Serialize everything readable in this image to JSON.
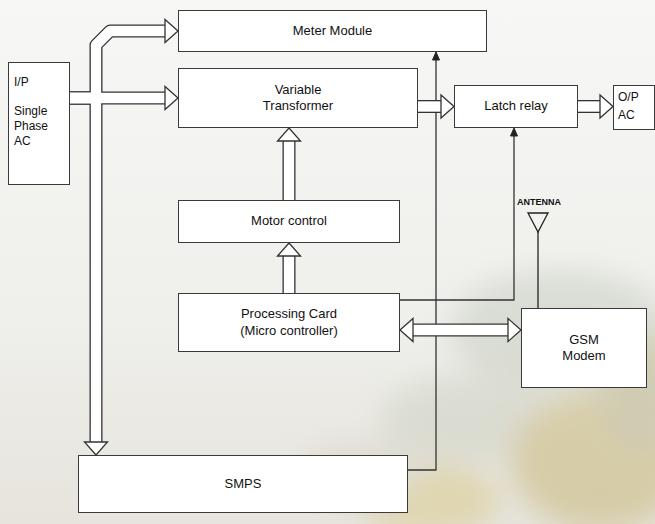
{
  "diagram": {
    "nodes": [
      {
        "text": [
          "I/P",
          "Single Phase AC"
        ]
      },
      {
        "text": [
          "Meter Module"
        ]
      },
      {
        "text": [
          "Variable Transformer"
        ]
      },
      {
        "text": [
          "Latch relay"
        ]
      },
      {
        "text": [
          "O/P",
          "AC"
        ]
      },
      {
        "text": [
          "Motor control"
        ]
      },
      {
        "text": [
          "Processing Card (Micro controller)"
        ]
      },
      {
        "text": [
          "GSM Modem"
        ]
      },
      {
        "text": [
          "SMPS"
        ]
      }
    ],
    "edges": [
      {
        "from": 0,
        "to": 1,
        "arrow": "to"
      },
      {
        "from": 0,
        "to": 2,
        "arrow": "to"
      },
      {
        "from": 0,
        "to": 8,
        "arrow": "to"
      },
      {
        "from": 2,
        "to": 3,
        "arrow": "to"
      },
      {
        "from": 3,
        "to": 4,
        "arrow": "to"
      },
      {
        "from": 5,
        "to": 2,
        "arrow": "to"
      },
      {
        "from": 6,
        "to": 5,
        "arrow": "to"
      },
      {
        "from": 6,
        "to": 7,
        "arrow": "both"
      },
      {
        "from": 6,
        "to": 3,
        "arrow": "to"
      },
      {
        "from": 8,
        "to": 1,
        "arrow": "to"
      }
    ],
    "labels": [
      "ANTENNA"
    ]
  }
}
